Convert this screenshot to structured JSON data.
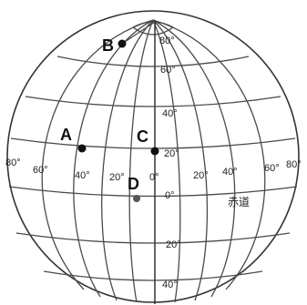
{
  "points": [
    {
      "id": "A",
      "label": "A"
    },
    {
      "id": "B",
      "label": "B"
    },
    {
      "id": "C",
      "label": "C"
    },
    {
      "id": "D",
      "label": "D"
    }
  ],
  "latitude_labels": {
    "lat80": "80°",
    "lat60": "60°",
    "lat40n": "40°",
    "lat20n": "20°",
    "eq": "0°",
    "lat20s": "20°",
    "lat40s": "40°"
  },
  "longitude_labels": {
    "w80": "80°",
    "w60": "60°",
    "w40": "40°",
    "w20": "20°",
    "zero": "0°",
    "e20": "20°",
    "e40": "40°",
    "e60": "60°",
    "e80": "80°"
  },
  "equator_label": "赤道"
}
